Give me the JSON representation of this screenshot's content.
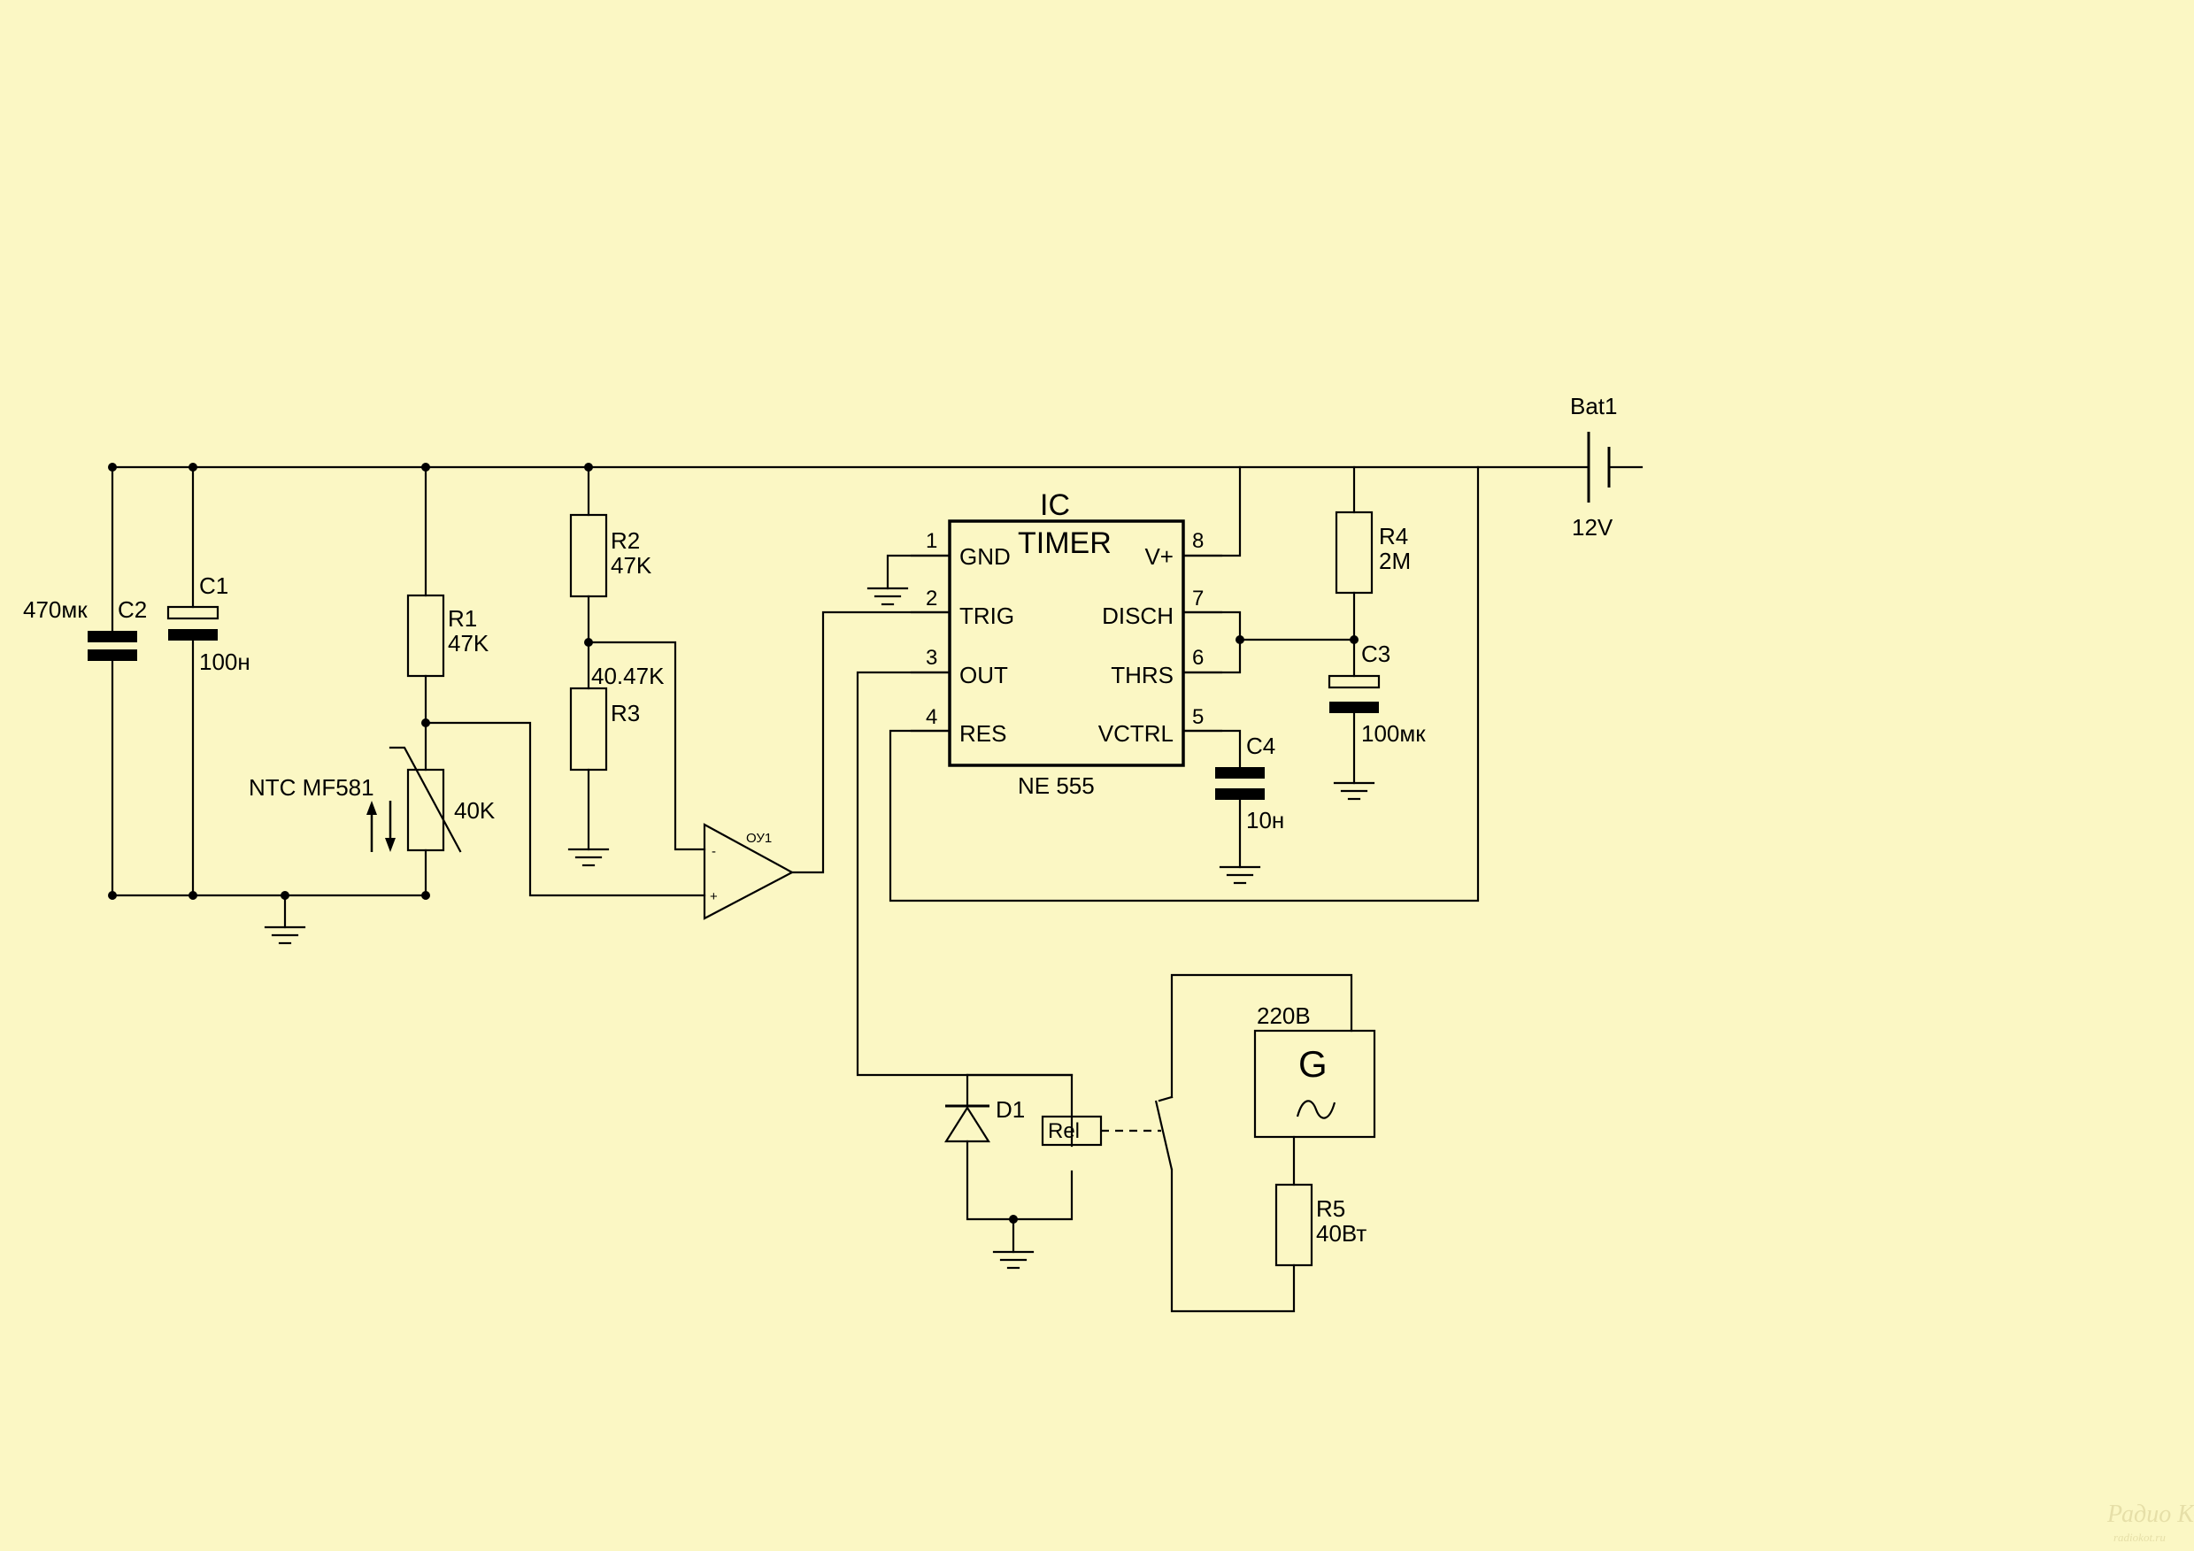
{
  "colors": {
    "background": "#fbf7c4",
    "ink": "#000000",
    "watermark": "#e6dfa8"
  },
  "battery": {
    "ref": "Bat1",
    "value": "12V"
  },
  "caps": {
    "c1": {
      "ref": "C1",
      "value": "100н"
    },
    "c2": {
      "ref": "C2",
      "value": "470мк"
    },
    "c3": {
      "ref": "C3",
      "value": "100мк"
    },
    "c4": {
      "ref": "C4",
      "value": "10н"
    }
  },
  "resistors": {
    "r1": {
      "ref": "R1",
      "value": "47K"
    },
    "r2": {
      "ref": "R2",
      "value": "47K"
    },
    "r3": {
      "ref": "R3",
      "value": "40.47K"
    },
    "r4": {
      "ref": "R4",
      "value": "2M"
    },
    "r5": {
      "ref": "R5",
      "value": "40Вт"
    }
  },
  "thermistor": {
    "ref": "NTC MF581",
    "value": "40K"
  },
  "opamp": {
    "ref": "ОУ1",
    "minus": "-",
    "plus": "+"
  },
  "ic": {
    "ref": "IC",
    "title": "TIMER",
    "part": "NE 555",
    "pins": {
      "p1": {
        "num": "1",
        "name": "GND"
      },
      "p2": {
        "num": "2",
        "name": "TRIG"
      },
      "p3": {
        "num": "3",
        "name": "OUT"
      },
      "p4": {
        "num": "4",
        "name": "RES"
      },
      "p5": {
        "num": "5",
        "name": "VCTRL"
      },
      "p6": {
        "num": "6",
        "name": "THRS"
      },
      "p7": {
        "num": "7",
        "name": "DISCH"
      },
      "p8": {
        "num": "8",
        "name": "V+"
      }
    }
  },
  "diode": {
    "ref": "D1"
  },
  "relay": {
    "ref": "Rel"
  },
  "generator": {
    "voltage": "220В",
    "symbol": "G"
  },
  "watermark": {
    "line1": "Радио КОТ",
    "line2": "radiokot.ru"
  }
}
